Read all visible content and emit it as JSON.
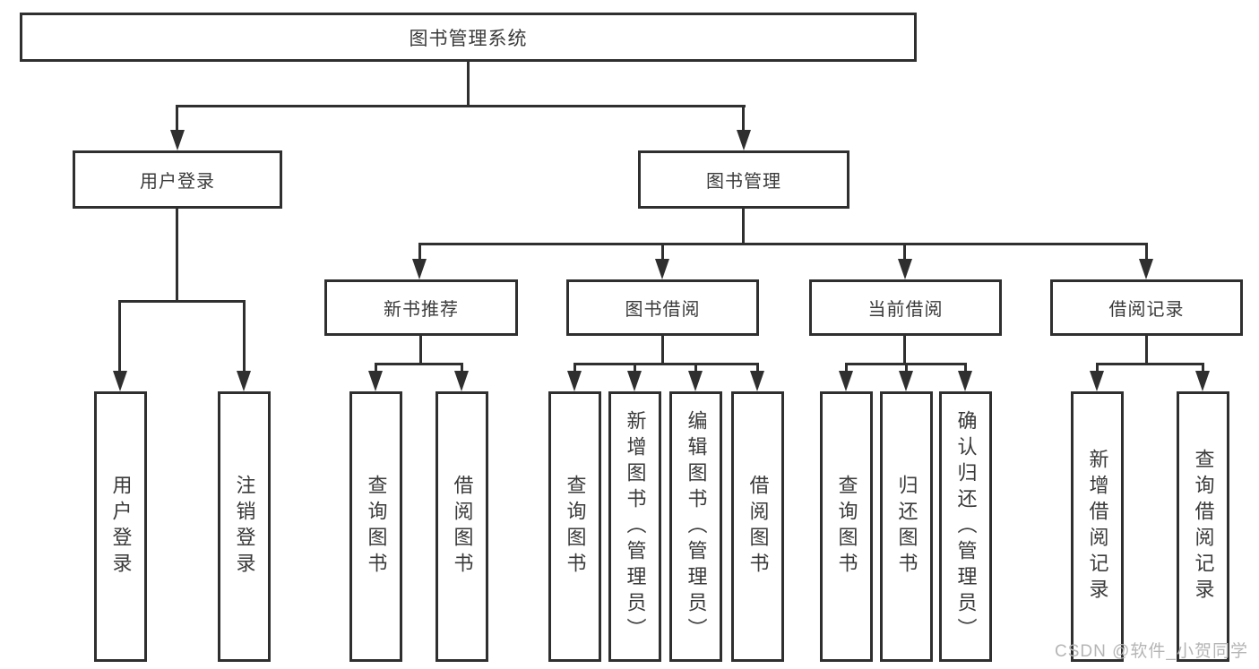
{
  "tree": {
    "label": "图书管理系统",
    "children": [
      {
        "label": "用户登录",
        "children": [
          {
            "label": "用户登录"
          },
          {
            "label": "注销登录"
          }
        ]
      },
      {
        "label": "图书管理",
        "children": [
          {
            "label": "新书推荐",
            "children": [
              {
                "label": "查询图书"
              },
              {
                "label": "借阅图书"
              }
            ]
          },
          {
            "label": "图书借阅",
            "children": [
              {
                "label": "查询图书"
              },
              {
                "label": "新增图书（管理员）"
              },
              {
                "label": "编辑图书（管理员）"
              },
              {
                "label": "借阅图书"
              }
            ]
          },
          {
            "label": "当前借阅",
            "children": [
              {
                "label": "查询图书"
              },
              {
                "label": "归还图书"
              },
              {
                "label": "确认归还（管理员）"
              }
            ]
          },
          {
            "label": "借阅记录",
            "children": [
              {
                "label": "新增借阅记录"
              },
              {
                "label": "查询借阅记录"
              }
            ]
          }
        ]
      }
    ]
  },
  "watermark": "CSDN @软件_小贺同学",
  "colors": {
    "line": "#2f2f2f",
    "text": "#3a3a3a",
    "watermark": "#b5b5b5",
    "background": "#ffffff"
  }
}
